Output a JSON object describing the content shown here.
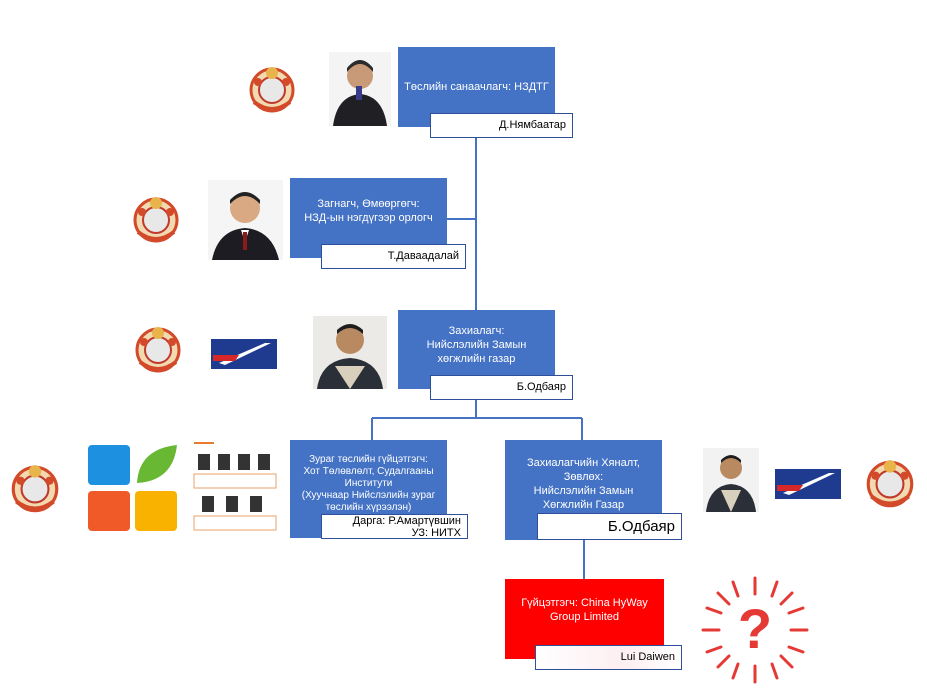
{
  "nodes": [
    {
      "role": "Төслийн санаачлагч: НЗДТГ",
      "name": "Д.Нямбаатар"
    },
    {
      "role_line1": "Загнагч, Өмөөргөгч:",
      "role_line2": "НЗД-ын нэгдүгээр орлогч",
      "name": "Т.Даваадалай"
    },
    {
      "role_line1": "Захиалагч:",
      "role_line2": "Нийслэлийн Замын",
      "role_line3": "хөгжлийн газар",
      "name": "Б.Одбаяр"
    },
    {
      "role_line1": "Зураг төслийн гүйцэтгэгч:",
      "role_line2": "Хот Төлөвлөлт, Судалгааны",
      "role_line3": "Институти",
      "role_line4": "(Хуучнаар Нийслэлийн зураг",
      "role_line5": "төслийн хүрээлэн)",
      "name_line1": "Дарга: Р.Амартүвшин",
      "name_line2": "УЗ: НИТХ"
    },
    {
      "role_line1": "Захиалагчийн Хяналт,",
      "role_line2": "Зөвлөх:",
      "role_line3": "Нийслэлийн Замын",
      "role_line4": "Хөгжлийн Газар",
      "name": "Б.Одбаяр"
    },
    {
      "role_line1": "Гүйцэтгэгч: China HyWay",
      "role_line2": "Group Limited",
      "name": "Lui Daiwen"
    }
  ],
  "unknown_mark": "?",
  "colors": {
    "box": "#4472C4",
    "executor": "#FF0000",
    "line": "#4472C4"
  },
  "icons": [
    "state-emblem-icon",
    "person-photo",
    "road-agency-logo",
    "planning-institute-logo",
    "staff-sheet-thumbnail",
    "question-burst-icon"
  ]
}
